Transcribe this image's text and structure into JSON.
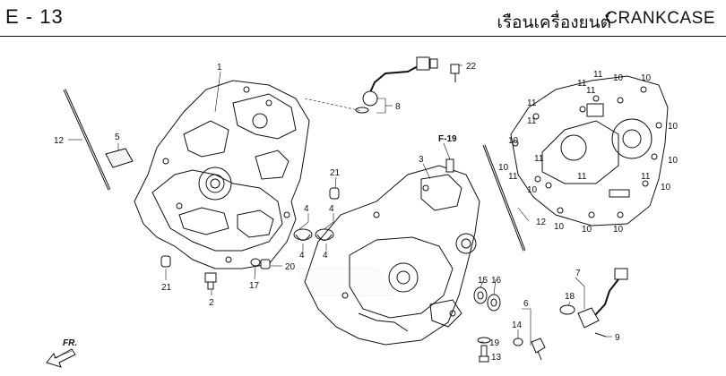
{
  "header": {
    "section_code": "E - 13",
    "title_local": "เรือนเครื่องยนต์",
    "title_en": "CRANKCASE"
  },
  "reference": "F-19",
  "direction_label": "FR.",
  "callouts": {
    "c1": "1",
    "c2": "2",
    "c3": "3",
    "c4a": "4",
    "c4b": "4",
    "c4c": "4",
    "c4d": "4",
    "c5": "5",
    "c6": "6",
    "c7": "7",
    "c8": "8",
    "c9": "9",
    "c10a": "10",
    "c10b": "10",
    "c10c": "10",
    "c10d": "10",
    "c10e": "10",
    "c10f": "10",
    "c10g": "10",
    "c10h": "10",
    "c10i": "10",
    "c10j": "10",
    "c10k": "10",
    "c11a": "11",
    "c11b": "11",
    "c11c": "11",
    "c11d": "11",
    "c11e": "11",
    "c11f": "11",
    "c11g": "11",
    "c11h": "11",
    "c11i": "11",
    "c12a": "12",
    "c12b": "12",
    "c13": "13",
    "c14": "14",
    "c15": "15",
    "c16": "16",
    "c17": "17",
    "c18": "18",
    "c19": "19",
    "c20": "20",
    "c21a": "21",
    "c21b": "21",
    "c22": "22"
  }
}
